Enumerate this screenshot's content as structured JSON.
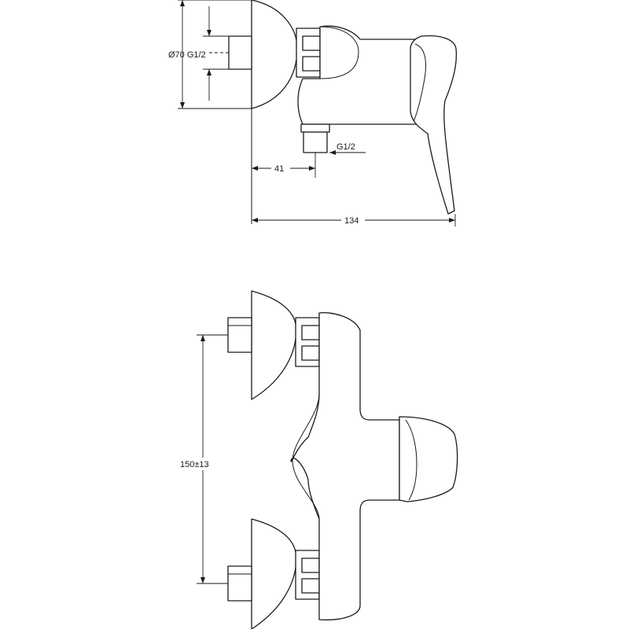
{
  "side_view": {
    "dim_diameter_thread": "Ø70 G1/2",
    "dim_outlet_thread": "G1/2",
    "dim_outlet_offset": "41",
    "dim_total_depth": "134"
  },
  "front_view": {
    "dim_inlet_spacing": "150±13"
  }
}
